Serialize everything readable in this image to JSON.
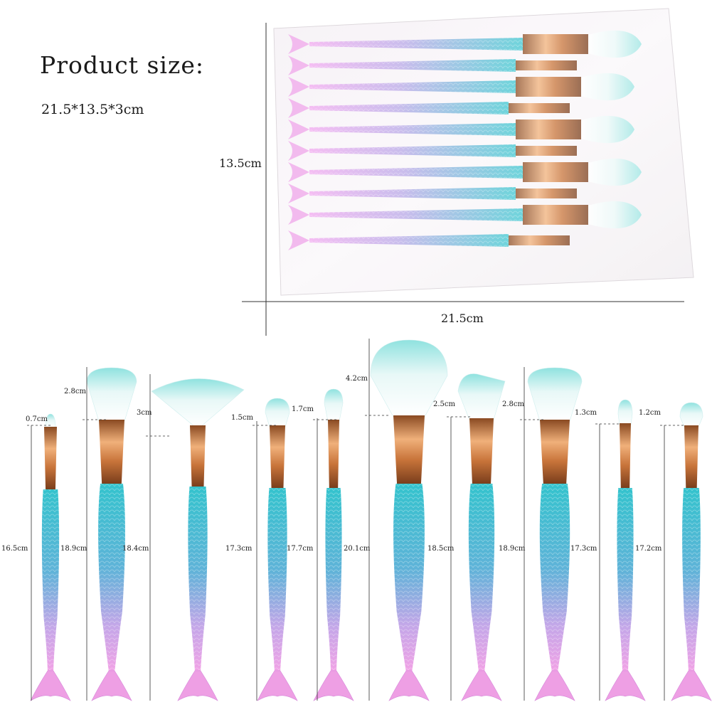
{
  "header": {
    "title": "Product size:",
    "dimensions": "21.5*13.5*3cm"
  },
  "package": {
    "height_label": "13.5cm",
    "width_label": "21.5cm"
  },
  "brushes": [
    {
      "head_label": "0.7cm",
      "handle_label": "16.5cm"
    },
    {
      "head_label": "2.8cm",
      "handle_label": "18.9cm"
    },
    {
      "head_label": "3cm",
      "handle_label": "18.4cm"
    },
    {
      "head_label": "1.5cm",
      "handle_label": "17.3cm"
    },
    {
      "head_label": "1.7cm",
      "handle_label": "17.7cm"
    },
    {
      "head_label": "4.2cm",
      "handle_label": "20.1cm"
    },
    {
      "head_label": "2.5cm",
      "handle_label": "18.5cm"
    },
    {
      "head_label": "2.8cm",
      "handle_label": "18.9cm"
    },
    {
      "head_label": "1.3cm",
      "handle_label": "17.3cm"
    },
    {
      "head_label": "1.2cm",
      "handle_label": "17.2cm"
    }
  ],
  "colors": {
    "teal": "#3fc3cc",
    "pink": "#e7a2e8",
    "copper": "#c8743a",
    "bristle_tip": "#9be8e4"
  }
}
